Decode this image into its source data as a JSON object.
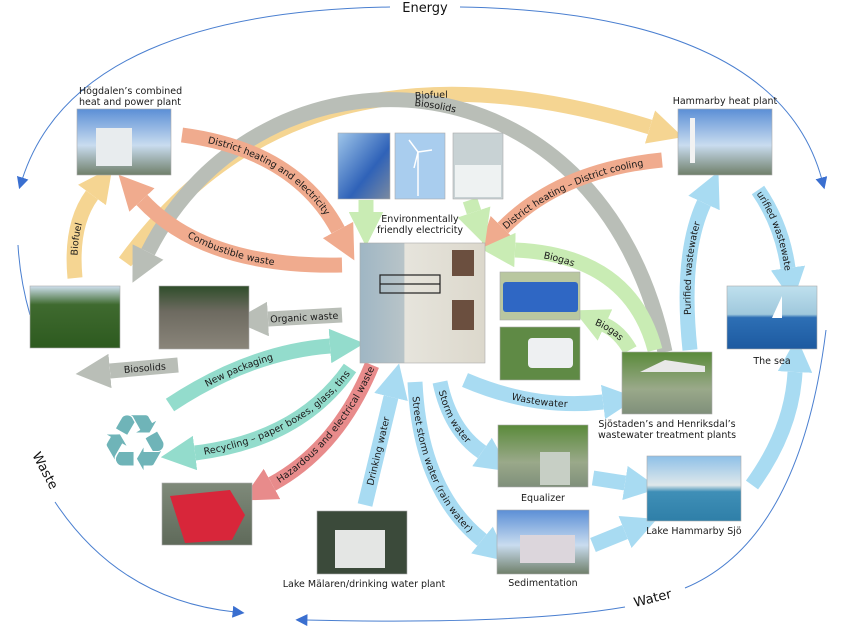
{
  "colors": {
    "biofuel": "#f5d592",
    "biosolids": "#b9beb7",
    "heating": "#f0ab8e",
    "green": "#c9ecb4",
    "packaging": "#93dccc",
    "hazardous": "#e88b8b",
    "water": "#a8dbf2",
    "cycle_line": "#4a7fd0",
    "recycle_symbol": "#6fb4b8"
  },
  "cycles": {
    "energy": "Energy",
    "waste": "Waste",
    "water": "Water"
  },
  "places": {
    "hogdalen": [
      "Högdalen’s combined",
      "heat and power plant"
    ],
    "hammarby_heat": "Hammarby heat plant",
    "env_electricity": [
      "Environmentally",
      "friendly electricity"
    ],
    "sjostaden": [
      "Sjöstaden’s and Henriksdal’s",
      "wastewater treatment plants"
    ],
    "sea": "The sea",
    "equalizer": "Equalizer",
    "sedimentation": "Sedimentation",
    "lake_hammarby": "Lake Hammarby Sjö",
    "lake_malaren": "Lake Mälaren/drinking water plant"
  },
  "flows": {
    "biofuel_top": "Biofuel",
    "biosolids_top": "Biosolids",
    "district_heating_electricity": "District heating and electricity",
    "combustible_waste": "Combustible waste",
    "district_heating_cooling": "District heating – District cooling",
    "biofuel_left": "Biofuel",
    "biogas_1": "Biogas",
    "biogas_2": "Biogas",
    "organic_waste": "Organic waste",
    "biosolids_low": "Biosolids",
    "new_packaging": "New packaging",
    "recycling": "Recycling – paper boxes, glass, tins",
    "hazardous": "Hazardous and electrical waste",
    "drinking_water": "Drinking water",
    "street_storm_water": "Street storm water (rain water)",
    "storm_water": "Storm water",
    "wastewater": "Wastewater",
    "purified_up": "Purified wastewater",
    "purified_down": "Purified wastewater"
  },
  "icons": {
    "recycle": "recycle-icon"
  }
}
